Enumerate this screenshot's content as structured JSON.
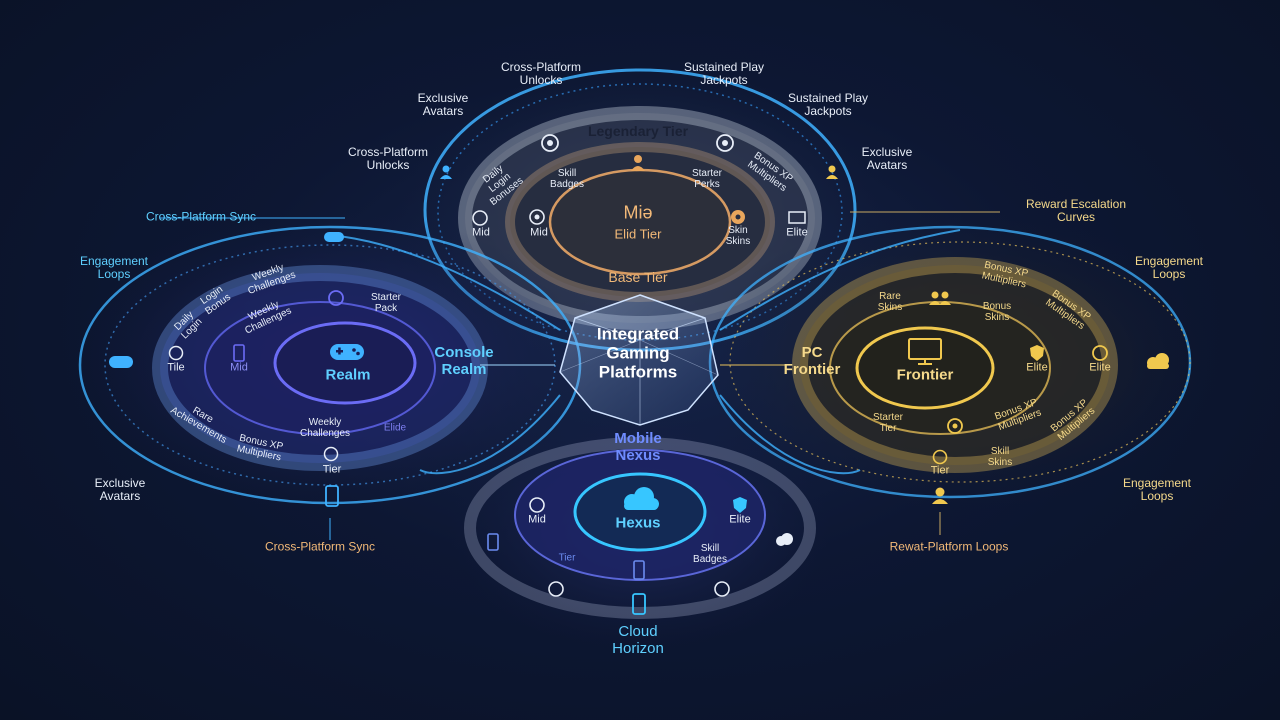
{
  "center": {
    "title": "Integrated Gaming Platforms"
  },
  "platforms": {
    "console": {
      "name": "Console Realm",
      "core": "Realm",
      "icon": "gamepad-icon"
    },
    "pc": {
      "name": "PC Frontier",
      "core": "Frontier",
      "icon": "monitor-icon"
    },
    "mobile": {
      "name": "Mobile Nexus",
      "core": "Hexus",
      "icon": "cloud-icon"
    },
    "top": {
      "ring_title": "Legendary Tier",
      "core_line1": "Miə",
      "core_line2": "Elid Tier",
      "base": "Base Tier"
    },
    "cloud": {
      "name": "Cloud Horizon"
    }
  },
  "top_ring_labels": {
    "daily_login": "Daily Login Bonuses",
    "skill_badges": "Skill Badges",
    "starter_perks": "Starter Perks",
    "bonus_xp": "Bonus XP Multipliers",
    "mid_outer": "Mid",
    "mid_inner": "Mid",
    "skins": "Skin Skins",
    "elite": "Elite"
  },
  "console_ring_labels": {
    "weekly_top": "Weekly Challenges",
    "login_bonus": "Login Bonus",
    "daily_login": "Daily Login",
    "weekly_inner": "Weekly Challenges",
    "starter_pack": "Starter Pack",
    "tile": "Tile",
    "mid": "Mid",
    "rare_achievements": "Rare Achievements",
    "weekly_bottom": "Weekly Challenges",
    "elide": "Elide",
    "bonus_xp": "Bonus XP Multipliers",
    "tier": "Tier"
  },
  "pc_ring_labels": {
    "bonus_xp_top": "Bonus XP Multipliers",
    "bonus_xp_right": "Bonus XP Multipliers",
    "rare_skins": "Rare Skins",
    "bonus_skins": "Bonus Skins",
    "elite_inner": "Elite",
    "elite_outer": "Elite",
    "starter_tier": "Starter Tier",
    "bonus_xp_inner": "Bonus XP Multipliers",
    "bonus_xp_outer": "Bonus XP Multipliers",
    "skill_skins": "Skill Skins",
    "tier": "Tier"
  },
  "mobile_ring_labels": {
    "mid": "Mid",
    "elite": "Elite",
    "tier": "Tier",
    "skill_badges": "Skill Badges"
  },
  "outer_labels": {
    "cross_platform_unlocks_top": "Cross-Platform Unlocks",
    "sustained_play_top": "Sustained Play Jackpots",
    "exclusive_avatars_tl": "Exclusive Avatars",
    "sustained_play_right": "Sustained Play Jackpots",
    "cross_platform_unlocks_left": "Cross-Platform Unlocks",
    "exclusive_avatars_tr": "Exclusive Avatars",
    "cross_platform_sync_left": "Cross-Platform Sync",
    "reward_escalation": "Reward Escalation Curves",
    "engagement_loops_left": "Engagement Loops",
    "engagement_loops_right": "Engagement Loops",
    "exclusive_avatars_bl": "Exclusive Avatars",
    "engagement_loops_br": "Engagement Loops",
    "cross_platform_sync_bottom": "Cross-Platform Sync",
    "rewat_platform_loops": "Rewat-Platform Loops"
  },
  "colors": {
    "background": "#0b1428",
    "cyan": "#3fc3ff",
    "blue": "#4a63e0",
    "gold": "#e7c15a",
    "orange": "#e9a65c",
    "white": "#e8eef8"
  }
}
